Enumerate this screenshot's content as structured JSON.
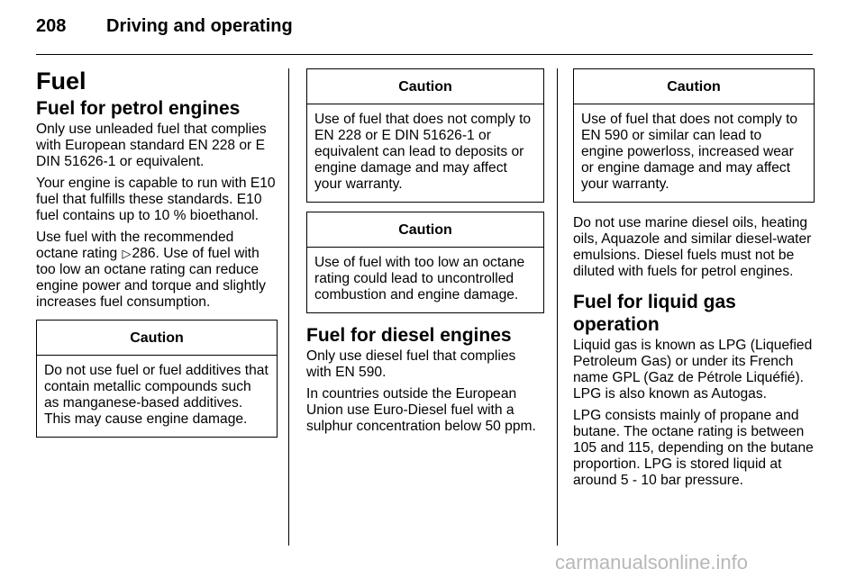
{
  "header": {
    "page_number": "208",
    "title": "Driving and operating"
  },
  "col1": {
    "h1": "Fuel",
    "h2": "Fuel for petrol engines",
    "p1": "Only use unleaded fuel that complies with European standard EN 228 or E DIN 51626-1 or equivalent.",
    "p2": "Your engine is capable to run with E10 fuel that fulfills these standards. E10 fuel contains up to 10 % bioethanol.",
    "p3_pre": "Use fuel with the recommended octane rating ",
    "p3_ref": "286",
    "p3_post": ". Use of fuel with too low an octane rating can reduce engine power and torque and slightly increases fuel consumption.",
    "caution1_title": "Caution",
    "caution1_text": "Do not use fuel or fuel additives that contain metallic compounds such as manganese-based additives. This may cause engine damage."
  },
  "col2": {
    "caution2_title": "Caution",
    "caution2_text": "Use of fuel that does not comply to EN 228 or E DIN 51626-1 or equivalent can lead to deposits or engine damage and may affect your warranty.",
    "caution3_title": "Caution",
    "caution3_text": "Use of fuel with too low an octane rating could lead to uncontrolled combustion and engine damage.",
    "h2": "Fuel for diesel engines",
    "p1": "Only use diesel fuel that complies with EN 590.",
    "p2": "In countries outside the European Union use Euro-Diesel fuel with a sulphur concentration below 50 ppm."
  },
  "col3": {
    "caution4_title": "Caution",
    "caution4_text": "Use of fuel that does not comply to EN 590 or similar can lead to engine powerloss, increased wear or engine damage and may affect your warranty.",
    "p1": "Do not use marine diesel oils, heating oils, Aquazole and similar diesel-water emulsions. Diesel fuels must not be diluted with fuels for petrol engines.",
    "h2": "Fuel for liquid gas operation",
    "p2": "Liquid gas is known as LPG (Liquefied Petroleum Gas) or under its French name GPL (Gaz de Pétrole Liquéfié). LPG is also known as Autogas.",
    "p3": "LPG consists mainly of propane and butane. The octane rating is between 105 and 115, depending on the butane proportion. LPG is stored liquid at around 5 - 10 bar pressure."
  },
  "watermark": "carmanualsonline.info"
}
